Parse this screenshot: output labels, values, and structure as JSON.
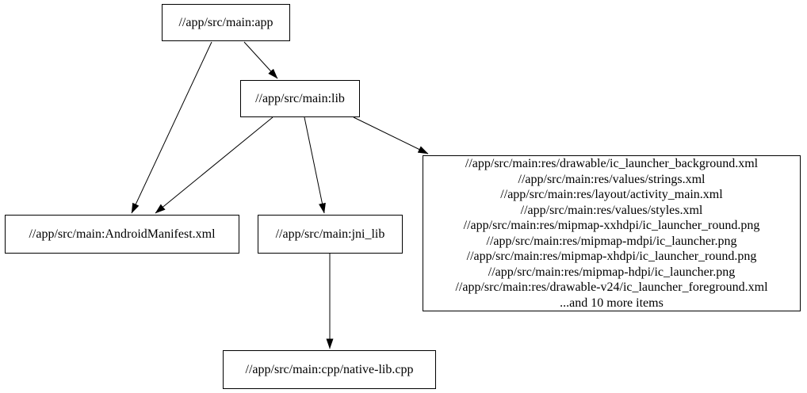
{
  "canvas": {
    "background": "#ffffff",
    "node_fill": "#ffffff",
    "node_border_color": "#000000",
    "edge_color": "#000000",
    "text_color": "#000000"
  },
  "graph": {
    "type": "directed-dependency-graph",
    "nodes": {
      "app": {
        "label": "//app/src/main:app"
      },
      "lib": {
        "label": "//app/src/main:lib"
      },
      "android_manifest": {
        "label": "//app/src/main:AndroidManifest.xml"
      },
      "jni_lib": {
        "label": "//app/src/main:jni_lib"
      },
      "native_lib_cpp": {
        "label": "//app/src/main:cpp/native-lib.cpp"
      },
      "res_group": {
        "lines": [
          "//app/src/main:res/drawable/ic_launcher_background.xml",
          "//app/src/main:res/values/strings.xml",
          "//app/src/main:res/layout/activity_main.xml",
          "//app/src/main:res/values/styles.xml",
          "//app/src/main:res/mipmap-xxhdpi/ic_launcher_round.png",
          "//app/src/main:res/mipmap-mdpi/ic_launcher.png",
          "//app/src/main:res/mipmap-xhdpi/ic_launcher_round.png",
          "//app/src/main:res/mipmap-hdpi/ic_launcher.png",
          "//app/src/main:res/drawable-v24/ic_launcher_foreground.xml",
          "...and 10 more items"
        ]
      }
    },
    "edges": [
      {
        "source": "//app/src/main:app",
        "target": "//app/src/main:AndroidManifest.xml"
      },
      {
        "source": "//app/src/main:app",
        "target": "//app/src/main:lib"
      },
      {
        "source": "//app/src/main:lib",
        "target": "//app/src/main:AndroidManifest.xml"
      },
      {
        "source": "//app/src/main:lib",
        "target": "//app/src/main:jni_lib"
      },
      {
        "source": "//app/src/main:lib",
        "target": "res-group"
      },
      {
        "source": "//app/src/main:jni_lib",
        "target": "//app/src/main:cpp/native-lib.cpp"
      }
    ]
  }
}
